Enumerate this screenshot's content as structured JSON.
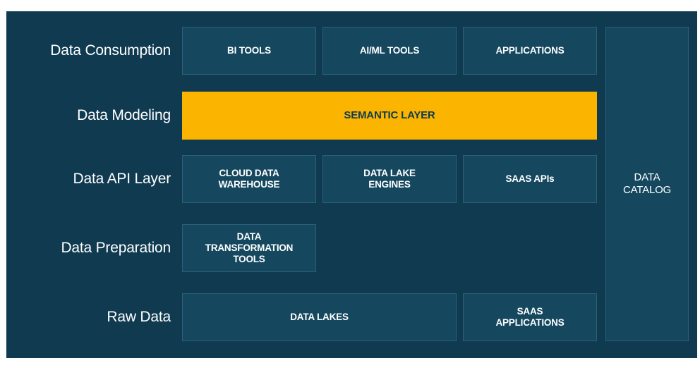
{
  "layers": {
    "consumption": "Data Consumption",
    "modeling": "Data Modeling",
    "api": "Data API Layer",
    "preparation": "Data Preparation",
    "raw": "Raw Data"
  },
  "consumption": {
    "bi_tools": "BI TOOLS",
    "aiml_tools": "AI/ML TOOLS",
    "applications": "APPLICATIONS"
  },
  "modeling": {
    "semantic_layer": "SEMANTIC LAYER"
  },
  "api": {
    "cloud_dw": "CLOUD DATA\nWAREHOUSE",
    "data_lake_engines": "DATA LAKE\nENGINES",
    "saas_apis": "SAAS APIs"
  },
  "preparation": {
    "transformation_tools": "DATA\nTRANSFORMATION\nTOOLS"
  },
  "raw": {
    "data_lakes": "DATA LAKES",
    "saas_applications": "SAAS\nAPPLICATIONS"
  },
  "catalog": {
    "label": "DATA\nCATALOG"
  },
  "colors": {
    "background": "#0f3a50",
    "box_fill": "#15485f",
    "box_border": "#2b6078",
    "semantic_fill": "#fbb500",
    "text": "#ffffff"
  }
}
